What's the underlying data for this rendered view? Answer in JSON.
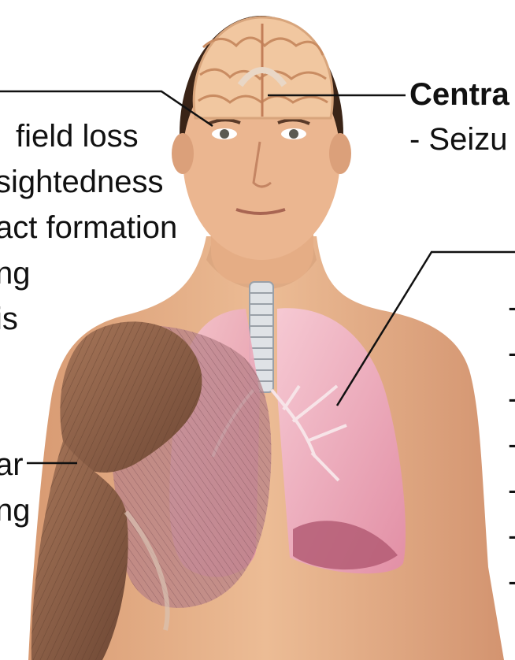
{
  "left_labels": {
    "eyes_lines": [
      "field loss",
      "sightedness",
      "act formation",
      "ng",
      "is"
    ],
    "muscular_lines": [
      "ar",
      "ng"
    ]
  },
  "right_labels": {
    "central_title": "Centra",
    "central_line": "- Seizu",
    "lungs_title": "",
    "lungs_dash": "-"
  },
  "colors": {
    "skin": "#e9b58d",
    "skin_shadow": "#c9906a",
    "hair": "#3a2417",
    "brain": "#f1c7a0",
    "lung": "#f2b5c3",
    "lung_dark": "#c86a82",
    "muscle": "#8e5e45",
    "line": "#111111"
  }
}
